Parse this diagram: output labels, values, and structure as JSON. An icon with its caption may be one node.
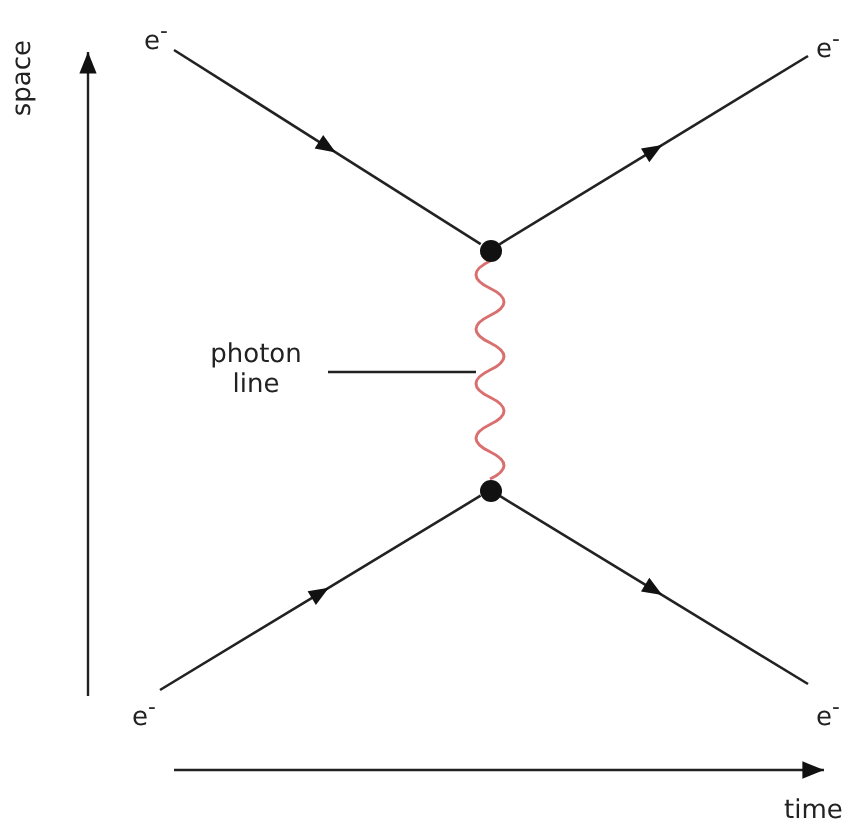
{
  "diagram": {
    "nodes": [
      {
        "text": [
          "e$^{-}$"
        ]
      },
      {
        "text": [
          "e$^{-}$"
        ]
      },
      {
        "text": [],
        "shape": "circle"
      },
      {
        "text": [],
        "shape": "circle"
      },
      {
        "text": [
          "e$^{-}$"
        ]
      },
      {
        "text": [
          "e$^{-}$"
        ]
      },
      {
        "text": [
          "photon line"
        ]
      }
    ],
    "edges": [
      {
        "from": 0,
        "to": 2,
        "arrow": "to"
      },
      {
        "from": 2,
        "to": 1,
        "arrow": "to"
      },
      {
        "from": 3,
        "to": 2,
        "arrow": "none",
        "color": "#d9706f"
      },
      {
        "from": 4,
        "to": 3,
        "arrow": "to"
      },
      {
        "from": 3,
        "to": 5,
        "arrow": "to"
      },
      {
        "from": 6,
        "to": null,
        "arrow": "none"
      }
    ],
    "labels": [
      "space",
      "time"
    ]
  }
}
